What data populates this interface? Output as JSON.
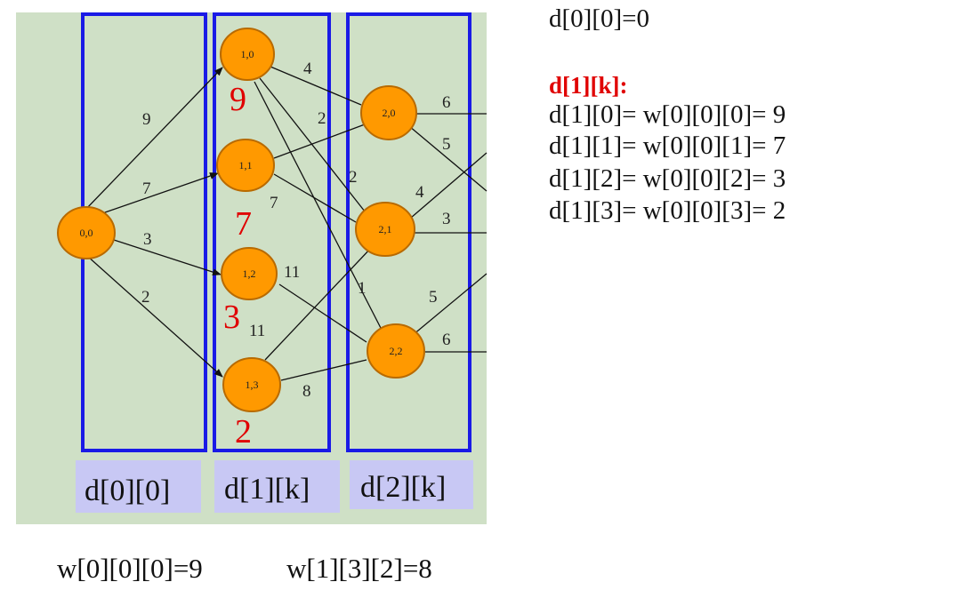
{
  "nodes": [
    "0,0",
    "1,0",
    "1,1",
    "1,2",
    "1,3",
    "2,0",
    "2,1",
    "2,2"
  ],
  "edge_weights": {
    "e00_10": "9",
    "e00_11": "7",
    "e00_12": "3",
    "e00_13": "2",
    "e10_20": "4",
    "e10_21": "2",
    "e10_22": "1",
    "e11_20": "2",
    "e11_21": "7",
    "e12_22": "11",
    "e13_21": "11",
    "e13_22": "8",
    "e20_out1": "6",
    "e20_out2": "5",
    "e21_out0": "4",
    "e21_out1": "3",
    "e22_out0": "5",
    "e22_out1": "6"
  },
  "d1_values": [
    "9",
    "7",
    "3",
    "2"
  ],
  "columns": [
    "d[0][0]",
    "d[1][k]",
    "d[2][k]"
  ],
  "bottom_equations": [
    "w[0][0][0]=9",
    "w[1][3][2]=8"
  ],
  "right_panel": {
    "initial": "d[0][0]=0",
    "header": "d[1][k]:",
    "lines": [
      "d[1][0]= w[0][0][0]= 9",
      "d[1][1]= w[0][0][1]= 7",
      "d[1][2]= w[0][0][2]= 3",
      "d[1][3]= w[0][0][3]= 2"
    ]
  },
  "colors": {
    "panel_bg": "#cfe0c6",
    "frame": "#1a1ae6",
    "node_fill": "#ff9900",
    "node_stroke": "#b86a00",
    "label_box": "#c8c8f4",
    "accent_red": "#e00000"
  }
}
